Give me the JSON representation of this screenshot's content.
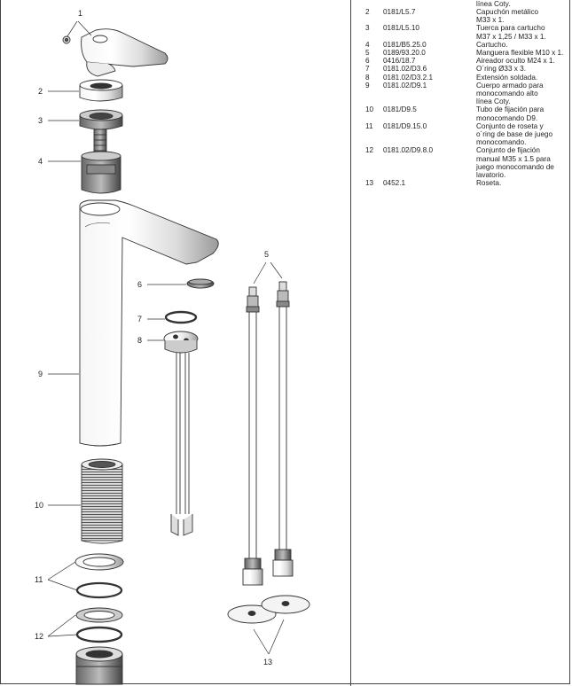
{
  "parts_list": {
    "top_fragment": "línea Coty.",
    "items": [
      {
        "num": "2",
        "code": "0181/L5.7",
        "desc": "Capuchón metálico\nM33 x 1."
      },
      {
        "num": "3",
        "code": "0181/L5.10",
        "desc": "Tuerca para cartucho\nM37 x 1,25 / M33 x 1."
      },
      {
        "num": "4",
        "code": "0181/B5.25.0",
        "desc": "Cartucho."
      },
      {
        "num": "5",
        "code": "0189/93.20.0",
        "desc": "Manguera flexible M10 x 1."
      },
      {
        "num": "6",
        "code": "0416/18.7",
        "desc": "Aireador oculto M24 x 1."
      },
      {
        "num": "7",
        "code": "0181.02/D3.6",
        "desc": "O´ring Ø33 x 3."
      },
      {
        "num": "8",
        "code": "0181.02/D3.2.1",
        "desc": "Extensión soldada."
      },
      {
        "num": "9",
        "code": "0181.02/D9.1",
        "desc": "Cuerpo armado para\nmonocomando alto\nlínea Coty."
      },
      {
        "num": "10",
        "code": "0181/D9.5",
        "desc": "Tubo de fijación para\nmonocomando D9."
      },
      {
        "num": "11",
        "code": "0181/D9.15.0",
        "desc": "Conjunto de roseta y\no´ring de base de juego\nmonocomando."
      },
      {
        "num": "12",
        "code": "0181.02/D9.8.0",
        "desc": "Conjunto de fijación\nmanual M35 x 1.5 para\njuego monocomando de\nlavatorio."
      },
      {
        "num": "13",
        "code": "0452.1",
        "desc": "Roseta."
      }
    ]
  },
  "callouts": {
    "c1": "1",
    "c2": "2",
    "c3": "3",
    "c4": "4",
    "c5": "5",
    "c6": "6",
    "c7": "7",
    "c8": "8",
    "c9": "9",
    "c10": "10",
    "c11": "11",
    "c12": "12",
    "c13": "13"
  }
}
